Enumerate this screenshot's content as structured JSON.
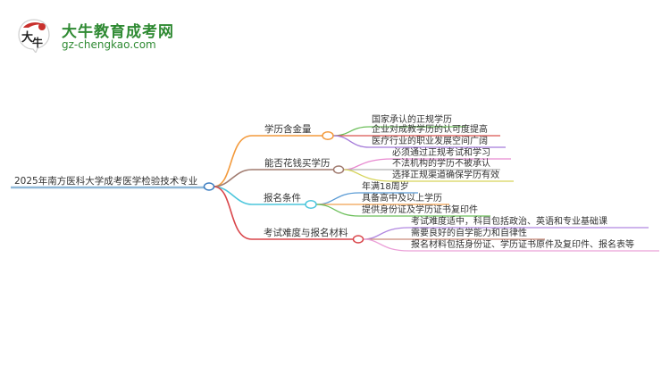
{
  "logo": {
    "title": "大牛教育成考网",
    "url": "gz-chengkao.com",
    "mark_text": "大牛",
    "brand_color": "#2f8a33",
    "accent_color": "#c8302c"
  },
  "mindmap": {
    "root": {
      "label": "2025年南方医科大学成考医学检验技术专业",
      "line_color": "#8fb8d8",
      "node_color": "#3a7cc0"
    },
    "branches": [
      {
        "label": "学历含金量",
        "color": "#f39a3c",
        "children": [
          {
            "label": "国家承认的正规学历",
            "color": "#6cbf5a"
          },
          {
            "label": "企业对成教学历的认可度提高",
            "color": "#d9534f"
          },
          {
            "label": "医疗行业的职业发展空间广阔",
            "color": "#a57bd9"
          }
        ]
      },
      {
        "label": "能否花钱买学历",
        "color": "#a07a6e",
        "children": [
          {
            "label": "必须通过正规考试和学习",
            "color": "#e88ad0"
          },
          {
            "label": "不法机构的学历不被承认",
            "color": "#b0b0b0"
          },
          {
            "label": "选择正规渠道确保学历有效",
            "color": "#d6d45a"
          }
        ]
      },
      {
        "label": "报名条件",
        "color": "#4cc6dc",
        "children": [
          {
            "label": "年满18周岁",
            "color": "#5a9bd5"
          },
          {
            "label": "具备高中及以上学历",
            "color": "#f0a052"
          },
          {
            "label": "提供身份证及学历证书复印件",
            "color": "#6cbf5a"
          }
        ]
      },
      {
        "label": "考试难度与报名材料",
        "color": "#d9454a",
        "children": [
          {
            "label": "考试难度适中，科目包括政治、英语和专业基础课",
            "color": "#b187e0"
          },
          {
            "label": "需要良好的自学能力和自律性",
            "color": "#c98a7a"
          },
          {
            "label": "报名材料包括身份证、学历证书原件及复印件、报名表等",
            "color": "#eba0d8"
          }
        ]
      }
    ]
  }
}
